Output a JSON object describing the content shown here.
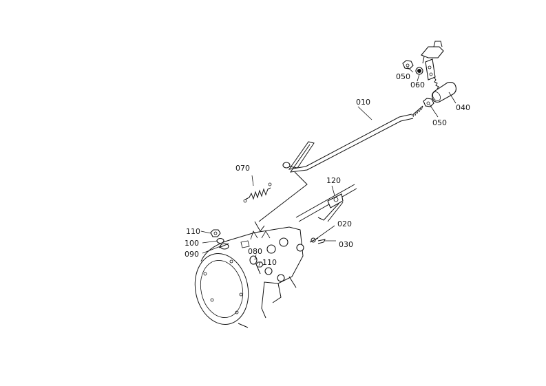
{
  "diagram": {
    "callouts": {
      "p010": "010",
      "p020": "020",
      "p030": "030",
      "p040": "040",
      "p050a": "050",
      "p050b": "050",
      "p060": "060",
      "p070": "070",
      "p080": "080",
      "p090": "090",
      "p100": "100",
      "p110a": "110",
      "p110b": "110",
      "p120": "120"
    }
  }
}
